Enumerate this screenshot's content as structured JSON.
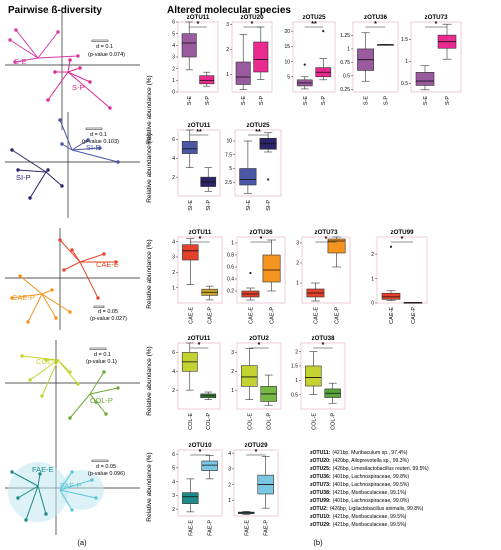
{
  "headers": {
    "left": "Pairwise ß-diversity",
    "right": "Altered molecular species"
  },
  "y_axis_label": "Relative abundance (%)",
  "panel_labels": [
    "(a)",
    "(b)"
  ],
  "pcoa": [
    {
      "id": "si",
      "groups": [
        "S-E",
        "S-P"
      ],
      "colors": [
        "#d23aa8",
        "#e0298f"
      ],
      "scale": "d = 0.1",
      "pvalue": "(p-value 0.074)"
    },
    {
      "id": "sii",
      "groups": [
        "SI-E",
        "SI-P"
      ],
      "colors": [
        "#4a56a6",
        "#2b2466"
      ],
      "scale": "d = 0.1",
      "pvalue": "(p-value 0.103)"
    },
    {
      "id": "cae",
      "groups": [
        "CAE-E",
        "CAE-P"
      ],
      "colors": [
        "#e4452a",
        "#f5941f"
      ],
      "scale": "d = 0.05",
      "pvalue": "(p-value 0.027)"
    },
    {
      "id": "col",
      "groups": [
        "COL-E",
        "COL-P"
      ],
      "colors": [
        "#c5d332",
        "#6aaa3a"
      ],
      "scale": "d = 0.1",
      "pvalue": "(p-value 0.1)"
    },
    {
      "id": "fae",
      "groups": [
        "FAE-E",
        "FAE-P"
      ],
      "colors": [
        "#1f8a8a",
        "#5fc5d8"
      ],
      "scale": "d = 0.05",
      "pvalue": "(p-value 0.096)"
    }
  ],
  "chart_data": [
    {
      "type": "box",
      "title": "zOTU11",
      "categories": [
        "S-E",
        "S-P"
      ],
      "colors": [
        "#9a5a9e",
        "#ea2a8f"
      ],
      "sig": "*",
      "ylim": [
        0,
        6
      ],
      "yticks": [
        0,
        1,
        2,
        3,
        4,
        5,
        6
      ],
      "boxes": [
        {
          "min": 1.9,
          "q1": 3.0,
          "median": 4.2,
          "q3": 5.0,
          "max": 6.0
        },
        {
          "min": 0.5,
          "q1": 0.7,
          "median": 1.0,
          "q3": 1.4,
          "max": 1.7
        }
      ]
    },
    {
      "type": "box",
      "title": "zOTU20",
      "categories": [
        "S-E",
        "S-P"
      ],
      "colors": [
        "#9a5a9e",
        "#ea2a8f"
      ],
      "sig": "*",
      "ylim": [
        0.3,
        3.1
      ],
      "yticks": [
        1,
        2,
        3
      ],
      "boxes": [
        {
          "min": 0.4,
          "q1": 0.6,
          "median": 0.9,
          "q3": 1.5,
          "max": 2.6
        },
        {
          "min": 0.8,
          "q1": 1.1,
          "median": 1.6,
          "q3": 2.3,
          "max": 2.9
        }
      ]
    },
    {
      "type": "box",
      "title": "zOTU25",
      "categories": [
        "S-E",
        "S-P"
      ],
      "colors": [
        "#9a5a9e",
        "#ea2a8f"
      ],
      "sig": "**",
      "ylim": [
        0,
        23
      ],
      "yticks": [
        5,
        10,
        15,
        20
      ],
      "boxes": [
        {
          "min": 1,
          "q1": 2,
          "median": 3,
          "q3": 4,
          "max": 5,
          "outliers": [
            9
          ]
        },
        {
          "min": 4,
          "q1": 5,
          "median": 6.5,
          "q3": 8,
          "max": 11,
          "outliers": [
            20
          ]
        }
      ]
    },
    {
      "type": "box",
      "title": "zOTU36",
      "categories": [
        "S-E",
        "S-P"
      ],
      "colors": [
        "#9a5a9e",
        "#ea2a8f"
      ],
      "sig": "*",
      "ylim": [
        0.2,
        1.5
      ],
      "yticks": [
        0.25,
        0.5,
        0.75,
        1.0,
        1.25
      ],
      "boxes": [
        {
          "min": 0.4,
          "q1": 0.6,
          "median": 0.8,
          "q3": 1.0,
          "max": 1.3
        },
        {
          "min": 1.08,
          "q1": 1.08,
          "median": 1.08,
          "q3": 1.08,
          "max": 1.08
        }
      ]
    },
    {
      "type": "box",
      "title": "zOTU73",
      "categories": [
        "S-E",
        "S-P"
      ],
      "colors": [
        "#9a5a9e",
        "#ea2a8f"
      ],
      "sig": "*",
      "ylim": [
        0.3,
        1.9
      ],
      "yticks": [
        0.5,
        1.0,
        1.5
      ],
      "boxes": [
        {
          "min": 0.35,
          "q1": 0.45,
          "median": 0.55,
          "q3": 0.75,
          "max": 0.9
        },
        {
          "min": 1.05,
          "q1": 1.3,
          "median": 1.45,
          "q3": 1.6,
          "max": 1.85
        }
      ]
    },
    {
      "type": "box",
      "title": "zOTU11",
      "categories": [
        "SI-E",
        "SI-P"
      ],
      "colors": [
        "#4a56a6",
        "#2b2466"
      ],
      "sig": "**",
      "ylim": [
        0,
        7
      ],
      "yticks": [
        2,
        4,
        6
      ],
      "boxes": [
        {
          "min": 3,
          "q1": 4.5,
          "median": 5,
          "q3": 5.8,
          "max": 7
        },
        {
          "min": 0.5,
          "q1": 1,
          "median": 1.5,
          "q3": 2,
          "max": 3
        }
      ]
    },
    {
      "type": "box",
      "title": "zOTU25",
      "categories": [
        "SI-E",
        "SI-P"
      ],
      "colors": [
        "#4a56a6",
        "#2b2466"
      ],
      "sig": "**",
      "ylim": [
        0,
        12
      ],
      "yticks": [
        2.5,
        5.0,
        7.5,
        10.0
      ],
      "boxes": [
        {
          "min": 0.5,
          "q1": 2,
          "median": 3,
          "q3": 5,
          "max": 10
        },
        {
          "min": 8,
          "q1": 8.5,
          "median": 9.5,
          "q3": 10.5,
          "max": 11.5,
          "outliers": [
            3
          ]
        }
      ]
    },
    {
      "type": "box",
      "title": "zOTU11",
      "categories": [
        "CAE-E",
        "CAE-P"
      ],
      "colors": [
        "#e4402a",
        "#c9a62a"
      ],
      "sig": "*",
      "ylim": [
        0,
        4.3
      ],
      "yticks": [
        1,
        2,
        3,
        4
      ],
      "boxes": [
        {
          "min": 1.2,
          "q1": 2.8,
          "median": 3.4,
          "q3": 3.8,
          "max": 4.2
        },
        {
          "min": 0.2,
          "q1": 0.5,
          "median": 0.7,
          "q3": 0.9,
          "max": 1.1
        }
      ]
    },
    {
      "type": "box",
      "title": "zOTU36",
      "categories": [
        "CAE-E",
        "CAE-P"
      ],
      "colors": [
        "#e4402a",
        "#f5941f"
      ],
      "sig": "*",
      "ylim": [
        0,
        1.1
      ],
      "yticks": [
        0.2,
        0.4,
        0.6,
        0.8,
        1.0
      ],
      "boxes": [
        {
          "min": 0.05,
          "q1": 0.1,
          "median": 0.15,
          "q3": 0.2,
          "max": 0.25,
          "outliers": [
            0.5
          ]
        },
        {
          "min": 0.2,
          "q1": 0.35,
          "median": 0.55,
          "q3": 0.8,
          "max": 1.05
        }
      ]
    },
    {
      "type": "box",
      "title": "zOTU73",
      "categories": [
        "CAE-E",
        "CAE-P"
      ],
      "colors": [
        "#e4402a",
        "#f5941f"
      ],
      "sig": "*",
      "ylim": [
        0,
        3.3
      ],
      "yticks": [
        1,
        2,
        3
      ],
      "boxes": [
        {
          "min": 0.1,
          "q1": 0.3,
          "median": 0.5,
          "q3": 0.7,
          "max": 1.0
        },
        {
          "min": 1.8,
          "q1": 2.5,
          "median": 3.1,
          "q3": 3.2,
          "max": 3.3
        }
      ]
    },
    {
      "type": "box",
      "title": "zOTU99",
      "categories": [
        "CAE-E",
        "CAE-P"
      ],
      "colors": [
        "#e4402a",
        "#f5941f"
      ],
      "sig": "*",
      "ylim": [
        0,
        2.7
      ],
      "yticks": [
        0,
        1,
        2
      ],
      "boxes": [
        {
          "min": 0.1,
          "q1": 0.15,
          "median": 0.25,
          "q3": 0.4,
          "max": 0.5,
          "outliers": [
            2.3
          ]
        },
        {
          "min": 0.02,
          "q1": 0.02,
          "median": 0.02,
          "q3": 0.02,
          "max": 0.02
        }
      ]
    },
    {
      "type": "box",
      "title": "zOTU11",
      "categories": [
        "COL-E",
        "COL-P"
      ],
      "colors": [
        "#c5d332",
        "#3e8a3e"
      ],
      "sig": "*",
      "ylim": [
        0,
        7
      ],
      "yticks": [
        2,
        4,
        6
      ],
      "boxes": [
        {
          "min": 2,
          "q1": 4,
          "median": 5,
          "q3": 6,
          "max": 7
        },
        {
          "min": 1,
          "q1": 1.2,
          "median": 1.4,
          "q3": 1.6,
          "max": 1.8
        }
      ]
    },
    {
      "type": "box",
      "title": "zOTU2",
      "categories": [
        "COL-E",
        "COL-P"
      ],
      "colors": [
        "#c5d332",
        "#77b944"
      ],
      "sig": "*",
      "ylim": [
        0,
        3.5
      ],
      "yticks": [
        1,
        2,
        3
      ],
      "boxes": [
        {
          "min": 0.5,
          "q1": 1.2,
          "median": 1.7,
          "q3": 2.3,
          "max": 3.2
        },
        {
          "min": 0.2,
          "q1": 0.4,
          "median": 0.8,
          "q3": 1.2,
          "max": 1.8
        }
      ]
    },
    {
      "type": "box",
      "title": "zOTU38",
      "categories": [
        "COL-E",
        "COL-P"
      ],
      "colors": [
        "#c5d332",
        "#5aa33c"
      ],
      "sig": "*",
      "ylim": [
        0,
        2.3
      ],
      "yticks": [
        0.5,
        1.0,
        1.5,
        2.0
      ],
      "boxes": [
        {
          "min": 0.5,
          "q1": 0.8,
          "median": 1.1,
          "q3": 1.5,
          "max": 2.0
        },
        {
          "min": 0.2,
          "q1": 0.4,
          "median": 0.55,
          "q3": 0.7,
          "max": 0.9
        }
      ]
    },
    {
      "type": "box",
      "title": "zOTU10",
      "categories": [
        "FAE-E",
        "FAE-P"
      ],
      "colors": [
        "#1f8a8a",
        "#7bc6e0"
      ],
      "sig": "*",
      "ylim": [
        1.5,
        6.3
      ],
      "yticks": [
        2,
        3,
        4,
        5,
        6
      ],
      "boxes": [
        {
          "min": 1.8,
          "q1": 2.4,
          "median": 2.9,
          "q3": 3.2,
          "max": 4.2
        },
        {
          "min": 4.2,
          "q1": 4.8,
          "median": 5.2,
          "q3": 5.5,
          "max": 5.9
        }
      ]
    },
    {
      "type": "box",
      "title": "zOTU29",
      "categories": [
        "FAE-E",
        "FAE-P"
      ],
      "colors": [
        "#1f8a8a",
        "#7bc6e0"
      ],
      "sig": "*",
      "ylim": [
        0,
        4.2
      ],
      "yticks": [
        1,
        2,
        3,
        4
      ],
      "boxes": [
        {
          "min": 0.1,
          "q1": 0.15,
          "median": 0.2,
          "q3": 0.25,
          "max": 0.3
        },
        {
          "min": 0.5,
          "q1": 1.4,
          "median": 2.0,
          "q3": 2.6,
          "max": 3.8
        }
      ]
    }
  ],
  "legend": [
    {
      "id": "zOTU11:",
      "text": "(421bp, Muribaculum sp., 97.4%)"
    },
    {
      "id": "zOTU20:",
      "text": "(420bp, Alloprevotella sp., 99.3%)"
    },
    {
      "id": "zOTU25:",
      "text": "(426bp, Limosilactobacillus reuteri, 99.5%)"
    },
    {
      "id": "zOTU36:",
      "text": "(401bp, Lachnospiraceae, 99.8%)"
    },
    {
      "id": "zOTU73:",
      "text": "(401bp, Lachnospiraceae, 99.5%)"
    },
    {
      "id": "zOTU38:",
      "text": "(421bp, Muribaculaceae, 99.1%)"
    },
    {
      "id": "zOTU99:",
      "text": "(401bp, Lachnospiraceae, 99.0%)"
    },
    {
      "id": "zOTU2:",
      "text": "(426bp, Ligilactobacillus animalis, 99.8%)"
    },
    {
      "id": "zOTU10:",
      "text": "(421bp, Muribaculaceae, 99.5%)"
    },
    {
      "id": "zOTU29:",
      "text": "(421bp, Muribaculaceae, 99.5%)"
    }
  ]
}
